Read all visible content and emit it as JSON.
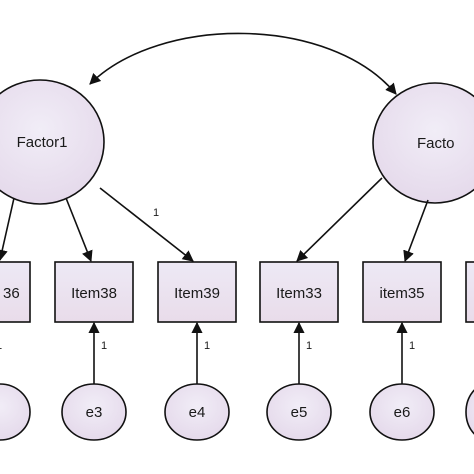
{
  "latent": {
    "left": {
      "label": "Factor1"
    },
    "right": {
      "label": "Facto"
    }
  },
  "observed": [
    {
      "id": "item36",
      "label": "36"
    },
    {
      "id": "item38",
      "label": "Item38"
    },
    {
      "id": "item39",
      "label": "Item39"
    },
    {
      "id": "item33",
      "label": "Item33"
    },
    {
      "id": "item35",
      "label": "item35"
    }
  ],
  "errors": [
    {
      "id": "e3",
      "label": "e3"
    },
    {
      "id": "e4",
      "label": "e4"
    },
    {
      "id": "e5",
      "label": "e5"
    },
    {
      "id": "e6",
      "label": "e6"
    }
  ],
  "path_weights": {
    "factor1_item39": "1",
    "e3_item38": "1",
    "e4_item39": "1",
    "e5_item33": "1",
    "e6_item35": "1",
    "left_edge": "1"
  },
  "colors": {
    "shape_fill_top": "#eae6f3",
    "shape_fill_bottom": "#ece2ee",
    "stroke": "#111111"
  }
}
